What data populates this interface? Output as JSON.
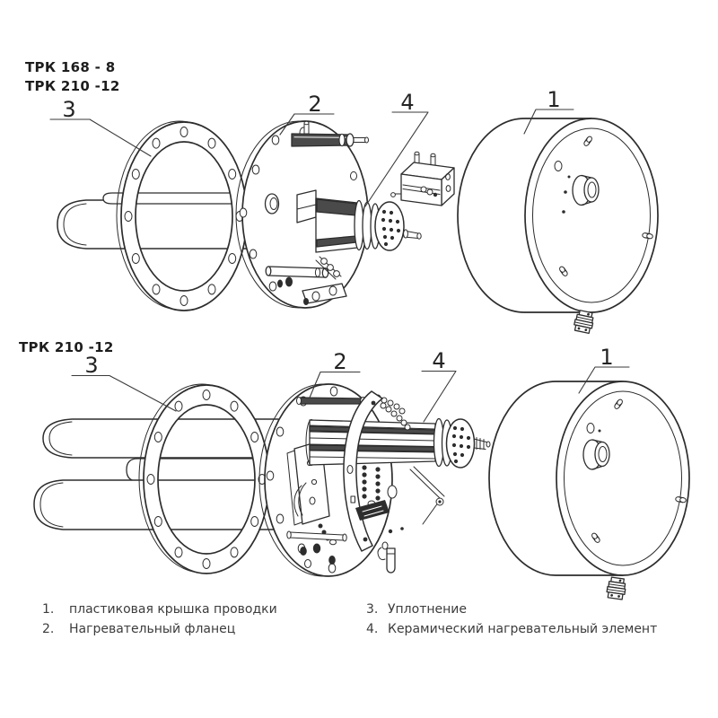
{
  "colors": {
    "background": "#ffffff",
    "line": "#2d2d2d",
    "text": "#1e1e1e",
    "legend_text": "#3c3c3c"
  },
  "top_diagram": {
    "model_labels": [
      "ТРК 168 - 8",
      "ТРК 210 -12"
    ],
    "callouts": {
      "c1": "1",
      "c2": "2",
      "c3": "3",
      "c4": "4"
    }
  },
  "bottom_diagram": {
    "model_labels": [
      "ТРК 210 -12"
    ],
    "callouts": {
      "c1": "1",
      "c2": "2",
      "c3": "3",
      "c4": "4"
    }
  },
  "legend": {
    "items": [
      {
        "num": "1.",
        "label": "пластиковая крышка проводки"
      },
      {
        "num": "2.",
        "label": "Нагревательный фланец"
      },
      {
        "num": "3.",
        "label": "Уплотнение"
      },
      {
        "num": "4.",
        "label": "Керамический нагревательный элемент"
      }
    ]
  }
}
